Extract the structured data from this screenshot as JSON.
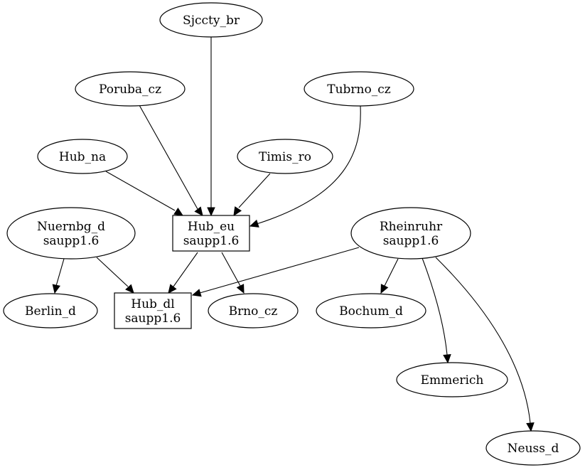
{
  "graph": {
    "nodes": [
      {
        "id": "sjccty_br",
        "lines": [
          "Sjccty_br"
        ],
        "shape": "ellipse"
      },
      {
        "id": "poruba_cz",
        "lines": [
          "Poruba_cz"
        ],
        "shape": "ellipse"
      },
      {
        "id": "tubrno_cz",
        "lines": [
          "Tubrno_cz"
        ],
        "shape": "ellipse"
      },
      {
        "id": "hub_na",
        "lines": [
          "Hub_na"
        ],
        "shape": "ellipse"
      },
      {
        "id": "timis_ro",
        "lines": [
          "Timis_ro"
        ],
        "shape": "ellipse"
      },
      {
        "id": "hub_eu",
        "lines": [
          "Hub_eu",
          "saupp1.6"
        ],
        "shape": "box"
      },
      {
        "id": "nuernbg_d",
        "lines": [
          "Nuernbg_d",
          "saupp1.6"
        ],
        "shape": "ellipse"
      },
      {
        "id": "rheinruhr",
        "lines": [
          "Rheinruhr",
          "saupp1.6"
        ],
        "shape": "ellipse"
      },
      {
        "id": "berlin_d",
        "lines": [
          "Berlin_d"
        ],
        "shape": "ellipse"
      },
      {
        "id": "hub_dl",
        "lines": [
          "Hub_dl",
          "saupp1.6"
        ],
        "shape": "box"
      },
      {
        "id": "brno_cz",
        "lines": [
          "Brno_cz"
        ],
        "shape": "ellipse"
      },
      {
        "id": "bochum_d",
        "lines": [
          "Bochum_d"
        ],
        "shape": "ellipse"
      },
      {
        "id": "emmerich",
        "lines": [
          "Emmerich"
        ],
        "shape": "ellipse"
      },
      {
        "id": "neuss_d",
        "lines": [
          "Neuss_d"
        ],
        "shape": "ellipse"
      }
    ],
    "edges": [
      {
        "from": "sjccty_br",
        "to": "hub_eu"
      },
      {
        "from": "poruba_cz",
        "to": "hub_eu"
      },
      {
        "from": "hub_na",
        "to": "hub_eu"
      },
      {
        "from": "timis_ro",
        "to": "hub_eu"
      },
      {
        "from": "tubrno_cz",
        "to": "hub_eu"
      },
      {
        "from": "hub_eu",
        "to": "hub_dl"
      },
      {
        "from": "hub_eu",
        "to": "brno_cz"
      },
      {
        "from": "nuernbg_d",
        "to": "berlin_d"
      },
      {
        "from": "nuernbg_d",
        "to": "hub_dl"
      },
      {
        "from": "rheinruhr",
        "to": "hub_dl"
      },
      {
        "from": "rheinruhr",
        "to": "bochum_d"
      },
      {
        "from": "rheinruhr",
        "to": "emmerich"
      },
      {
        "from": "rheinruhr",
        "to": "neuss_d"
      }
    ]
  }
}
